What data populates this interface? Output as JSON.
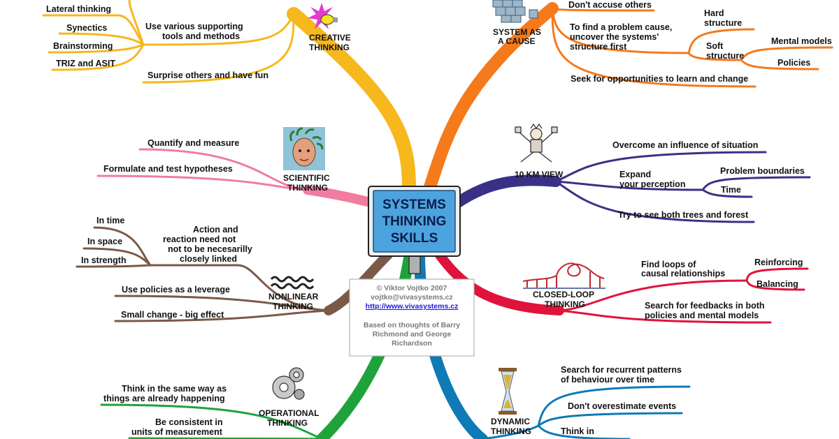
{
  "center": {
    "title_lines": [
      "SYSTEMS",
      "THINKING",
      "SKILLS"
    ]
  },
  "credit": {
    "author": "© Viktor Vojtko 2007",
    "email": "vojtko@vivasystems.cz",
    "url": "http://www.vivasystems.cz",
    "note_lines": [
      "Based on thoughts of Barry",
      "Richmond and George",
      "Richardson"
    ]
  },
  "branches": {
    "creative": {
      "title_lines": [
        "CREATIVE",
        "THINKING"
      ],
      "color": "#f7b81d",
      "items": {
        "tools": [
          "Use various supporting",
          "tools and methods"
        ],
        "lateral": "Lateral thinking",
        "synectics": "Synectics",
        "brainstorming": "Brainstorming",
        "triz": "TRIZ and ASIT",
        "surprise": "Surprise others and have fun"
      }
    },
    "system_cause": {
      "title_lines": [
        "SYSTEM AS",
        "A CAUSE"
      ],
      "color": "#f57a1c",
      "items": {
        "dont_accuse": "Don't accuse others",
        "find_cause": [
          "To find a problem cause,",
          "uncover the systems'",
          "structure first"
        ],
        "hard": [
          "Hard",
          "structure"
        ],
        "soft": [
          "Soft",
          "structure"
        ],
        "mental": "Mental models",
        "policies": "Policies",
        "seek": "Seek for opportunities to learn and change"
      }
    },
    "km_view": {
      "title": "10 KM VIEW",
      "color": "#3a3187",
      "items": {
        "overcome": "Overcome an influence of situation",
        "expand": [
          "Expand",
          "your perception"
        ],
        "boundaries": "Problem boundaries",
        "time": "Time",
        "trees": "Try to see both trees and forest"
      }
    },
    "closed_loop": {
      "title_lines": [
        "CLOSED-LOOP",
        "THINKING"
      ],
      "color": "#e0133c",
      "items": {
        "find_loops": [
          "Find loops of",
          "causal relationships"
        ],
        "reinforcing": "Reinforcing",
        "balancing": "Balancing",
        "search_feedback": [
          "Search for feedbacks in both",
          "policies and mental models"
        ]
      }
    },
    "dynamic": {
      "title_lines": [
        "DYNAMIC",
        "THINKING"
      ],
      "color": "#0f7ab5",
      "items": {
        "patterns": [
          "Search for recurrent patterns",
          "of behaviour over time"
        ],
        "overestimate": "Don't overestimate events",
        "think_in": "Think in"
      }
    },
    "operational": {
      "title_lines": [
        "OPERATIONAL",
        "THINKING"
      ],
      "color": "#1ea33a",
      "items": {
        "same_way": [
          "Think in the same way as",
          "things are already happening"
        ],
        "consistent": [
          "Be consistent in",
          "units of measurement"
        ]
      }
    },
    "nonlinear": {
      "title_lines": [
        "NONLINEAR",
        "THINKING"
      ],
      "color": "#7a5a47",
      "items": {
        "action": [
          "Action and",
          "reaction need not",
          "not to be necesarilly",
          "closely linked"
        ],
        "in_time": "In time",
        "in_space": "In space",
        "in_strength": "In strength",
        "leverage": "Use policies as a leverage",
        "small_change": "Small change - big effect"
      }
    },
    "scientific": {
      "title_lines": [
        "SCIENTIFIC",
        "THINKING"
      ],
      "color": "#f07ca0",
      "items": {
        "quantify": "Quantify and measure",
        "hypotheses": "Formulate and test hypotheses"
      }
    }
  }
}
